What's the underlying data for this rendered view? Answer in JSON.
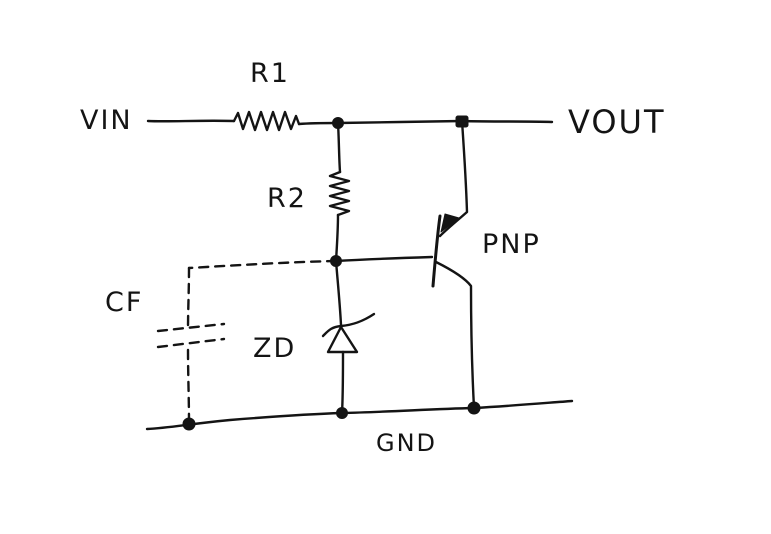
{
  "colors": {
    "ink": "#141414",
    "paper": "#ffffff"
  },
  "labels": {
    "vin": "VIN",
    "vout": "VOUT",
    "r1": "R1",
    "r2": "R2",
    "pnp": "PNP",
    "cf": "CF",
    "zd": "ZD",
    "gnd": "GND"
  }
}
